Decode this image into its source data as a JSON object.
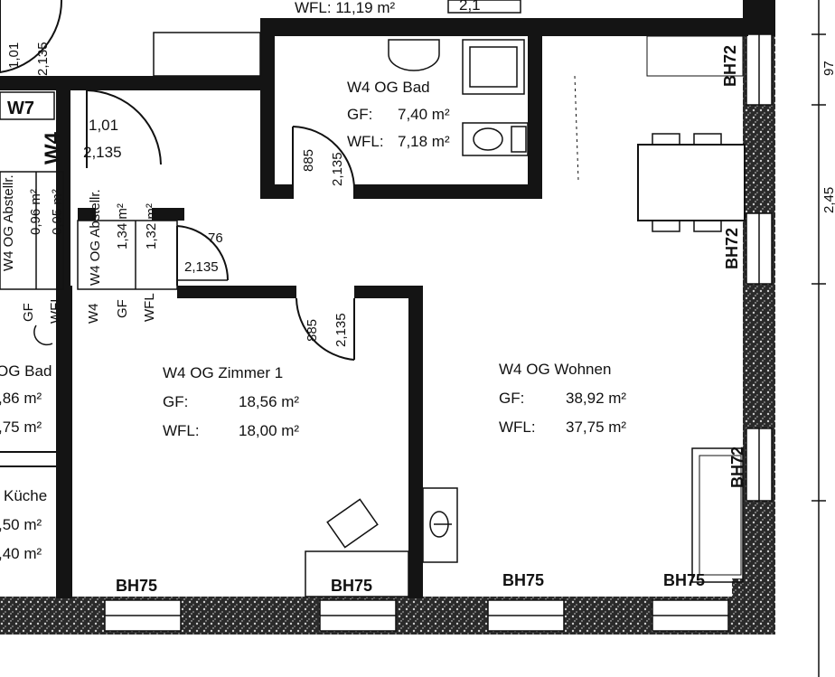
{
  "top_room_wfl": "WFL: 11,19 m²",
  "top_partial": "2,1",
  "bath": {
    "name": "W4 OG Bad",
    "gf_label": "GF:",
    "gf_value": "7,40 m²",
    "wfl_label": "WFL:",
    "wfl_value": "7,18 m²",
    "door_width": "885",
    "door_height": "2,135"
  },
  "room1": {
    "name": "W4 OG Zimmer 1",
    "gf_label": "GF:",
    "gf_value": "18,56 m²",
    "wfl_label": "WFL:",
    "wfl_value": "18,00 m²",
    "door_width": "885",
    "door_height": "2,135"
  },
  "living": {
    "name": "W4 OG Wohnen",
    "gf_label": "GF:",
    "gf_value": "38,92 m²",
    "wfl_label": "WFL:",
    "wfl_value": "37,75 m²"
  },
  "storage": {
    "name": "W4 OG Abstellr.",
    "gf_value": "1,34 m²",
    "wfl_value": "1,32 m²",
    "gf_label": "GF",
    "wfl_label": "WFL",
    "door_width": "76",
    "door_height": "2,135"
  },
  "left_storage": {
    "name": "W4 OG Abstellr.",
    "gf_value": "0,96 m²",
    "wfl_value": "0,95 m²",
    "gf_label": "GF",
    "wfl_label": "WFL"
  },
  "left_bath": {
    "name": "OG Bad",
    "gf_value": ",86 m²",
    "wfl_value": ",75 m²"
  },
  "kitchen": {
    "name": "Küche",
    "gf_value": ",50 m²",
    "wfl_value": ",40 m²"
  },
  "entry_door": {
    "tag": "W7",
    "unit": "W4",
    "width": "1,01",
    "height": "2,135"
  },
  "top_left_door": {
    "width": "1,01",
    "height": "2,135"
  },
  "windows": {
    "bh_room1_left": "BH75",
    "bh_room1_right": "BH75",
    "bh_living_1": "BH75",
    "bh_living_2": "BH75",
    "bh72_top": "BH72",
    "bh72_mid": "BH72",
    "bh72_low": "BH72"
  },
  "right_margin": {
    "dim_top": "97",
    "dim_mid": "2,45"
  }
}
